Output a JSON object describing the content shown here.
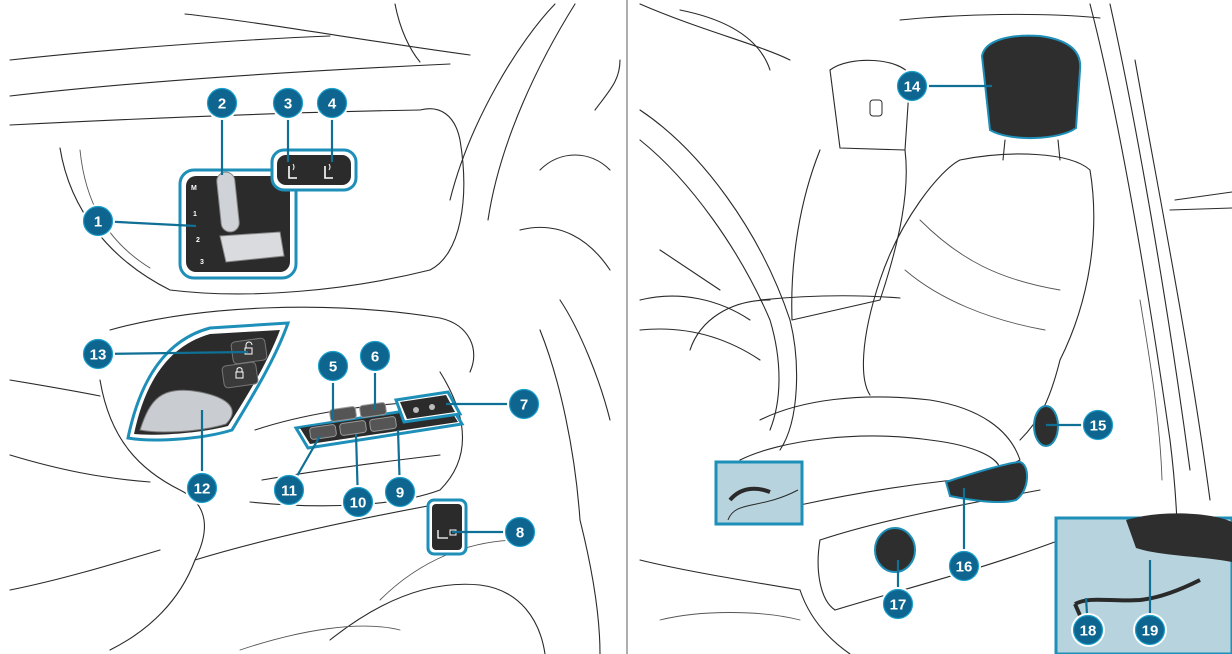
{
  "figure": {
    "left_panel": "door-panel-controls",
    "right_panel": "seat-controls",
    "accent_color": "#0e6690",
    "highlight_color": "#1d8fb8",
    "background_color": "#ffffff",
    "line_color": "#2a2a2a"
  },
  "seat_memory_buttons": [
    "M",
    "1",
    "2",
    "3"
  ],
  "callouts": [
    {
      "id": "c1",
      "number": "1"
    },
    {
      "id": "c2",
      "number": "2"
    },
    {
      "id": "c3",
      "number": "3"
    },
    {
      "id": "c4",
      "number": "4"
    },
    {
      "id": "c5",
      "number": "5"
    },
    {
      "id": "c6",
      "number": "6"
    },
    {
      "id": "c7",
      "number": "7"
    },
    {
      "id": "c8",
      "number": "8"
    },
    {
      "id": "c9",
      "number": "9"
    },
    {
      "id": "c10",
      "number": "10"
    },
    {
      "id": "c11",
      "number": "11"
    },
    {
      "id": "c12",
      "number": "12"
    },
    {
      "id": "c13",
      "number": "13"
    },
    {
      "id": "c14",
      "number": "14"
    },
    {
      "id": "c15",
      "number": "15"
    },
    {
      "id": "c16",
      "number": "16"
    },
    {
      "id": "c17",
      "number": "17"
    },
    {
      "id": "c18",
      "number": "18"
    },
    {
      "id": "c19",
      "number": "19"
    }
  ],
  "icons": {
    "seat_heat": "seat-heating-icon",
    "seat_vent": "seat-ventilation-icon",
    "lock": "lock-icon",
    "unlock": "unlock-icon",
    "child_lock": "child-lock-icon"
  }
}
